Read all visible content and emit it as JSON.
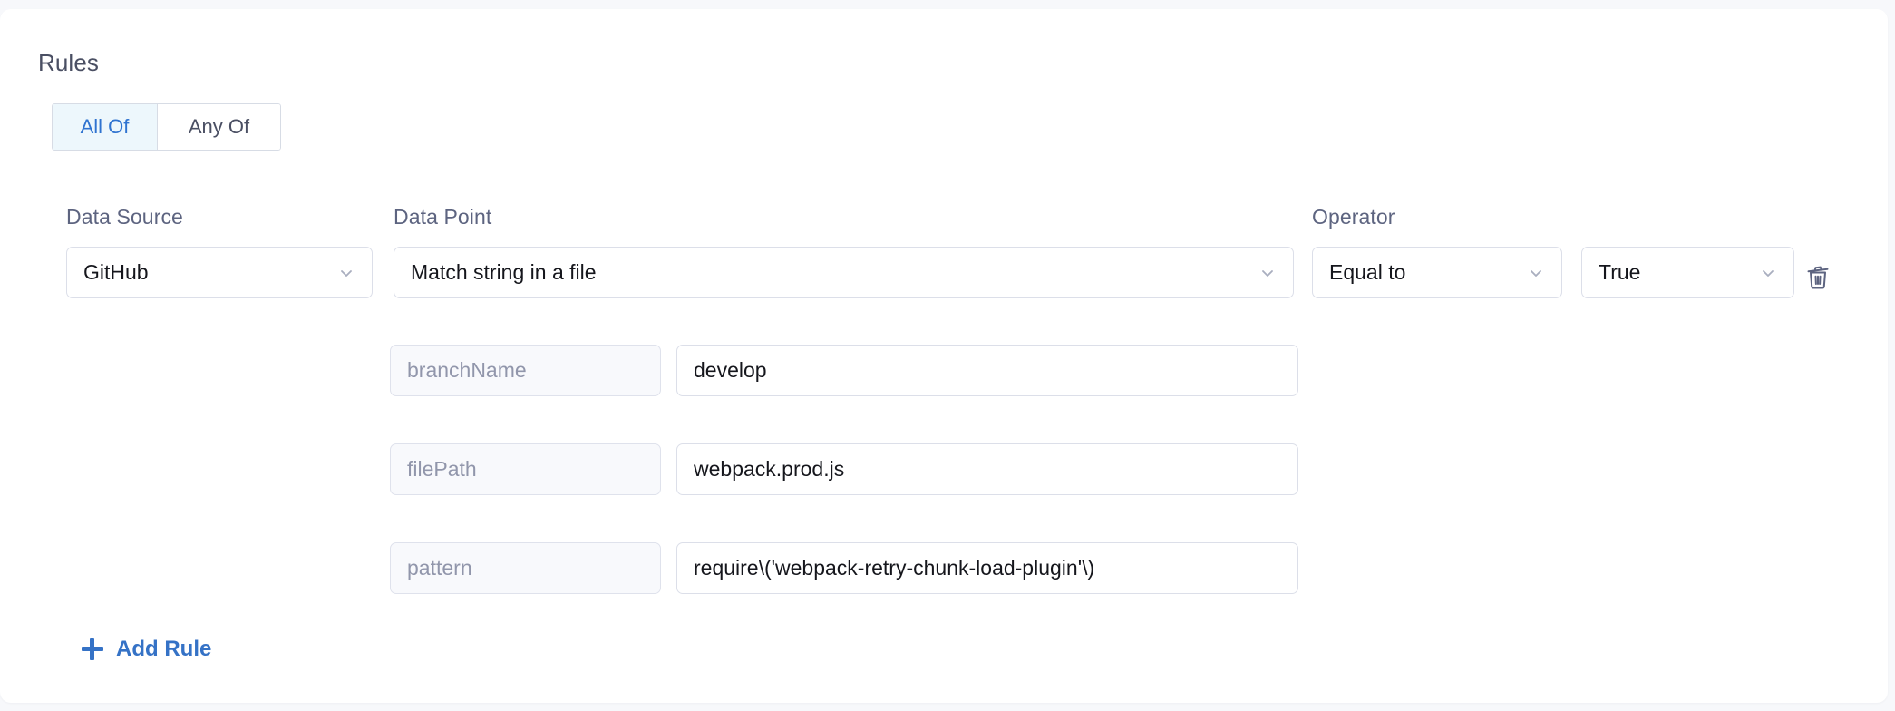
{
  "panel": {
    "title": "Rules"
  },
  "match_mode": {
    "options": [
      {
        "label": "All Of",
        "active": true
      },
      {
        "label": "Any Of",
        "active": false
      }
    ]
  },
  "columns": {
    "data_source_label": "Data Source",
    "data_point_label": "Data Point",
    "operator_label": "Operator"
  },
  "rule": {
    "data_source": "GitHub",
    "data_point": "Match string in a file",
    "operator": "Equal to",
    "value": "True",
    "delete_icon": "trash-icon",
    "dropdown_icon": "chevron-down-icon",
    "parameters": [
      {
        "key": "branchName",
        "value": "develop"
      },
      {
        "key": "filePath",
        "value": "webpack.prod.js"
      },
      {
        "key": "pattern",
        "value": "require\\('webpack-retry-chunk-load-plugin'\\)"
      }
    ]
  },
  "actions": {
    "add_rule_label": "Add Rule",
    "add_rule_icon": "plus-icon"
  },
  "colors": {
    "accent": "#3572c6",
    "active_tab_bg": "#edf7fc",
    "active_tab_text": "#2f73d0",
    "label_text": "#5d6480",
    "placeholder_text": "#9196ab",
    "border": "#dcdfe9",
    "card_bg": "#ffffff",
    "page_bg": "#f7f8fb"
  }
}
